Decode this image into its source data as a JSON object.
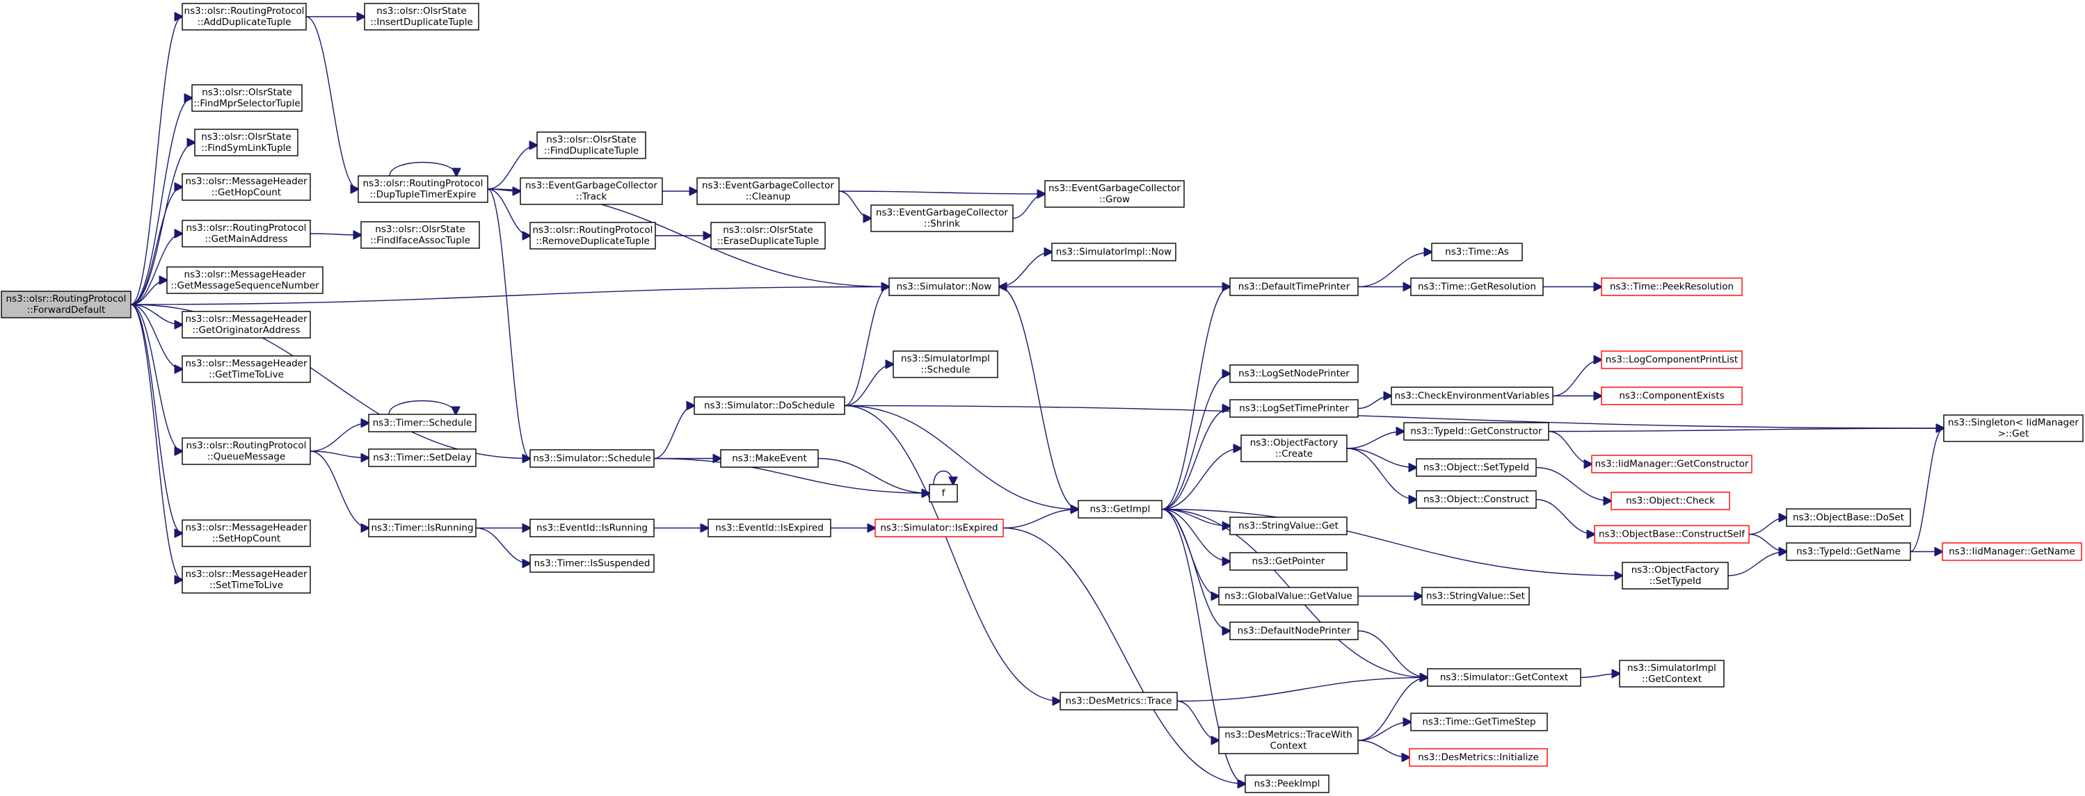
{
  "diagram": {
    "nodes": [
      {
        "id": "root",
        "lines": [
          "ns3::olsr::RoutingProtocol",
          "::ForwardDefault"
        ],
        "style": "root"
      },
      {
        "id": "adddup",
        "lines": [
          "ns3::olsr::RoutingProtocol",
          "::AddDuplicateTuple"
        ]
      },
      {
        "id": "insdup",
        "lines": [
          "ns3::olsr::OlsrState",
          "::InsertDuplicateTuple"
        ]
      },
      {
        "id": "findmpr",
        "lines": [
          "ns3::olsr::OlsrState",
          "::FindMprSelectorTuple"
        ]
      },
      {
        "id": "findsym",
        "lines": [
          "ns3::olsr::OlsrState",
          "::FindSymLinkTuple"
        ]
      },
      {
        "id": "gethop",
        "lines": [
          "ns3::olsr::MessageHeader",
          "::GetHopCount"
        ]
      },
      {
        "id": "getmain",
        "lines": [
          "ns3::olsr::RoutingProtocol",
          "::GetMainAddress"
        ]
      },
      {
        "id": "findiface",
        "lines": [
          "ns3::olsr::OlsrState",
          "::FindIfaceAssocTuple"
        ]
      },
      {
        "id": "getseq",
        "lines": [
          "ns3::olsr::MessageHeader",
          "::GetMessageSequenceNumber"
        ]
      },
      {
        "id": "getorig",
        "lines": [
          "ns3::olsr::MessageHeader",
          "::GetOriginatorAddress"
        ]
      },
      {
        "id": "getttl",
        "lines": [
          "ns3::olsr::MessageHeader",
          "::GetTimeToLive"
        ]
      },
      {
        "id": "queue",
        "lines": [
          "ns3::olsr::RoutingProtocol",
          "::QueueMessage"
        ]
      },
      {
        "id": "sethop",
        "lines": [
          "ns3::olsr::MessageHeader",
          "::SetHopCount"
        ]
      },
      {
        "id": "setttl",
        "lines": [
          "ns3::olsr::MessageHeader",
          "::SetTimeToLive"
        ]
      },
      {
        "id": "dupexp",
        "lines": [
          "ns3::olsr::RoutingProtocol",
          "::DupTupleTimerExpire"
        ]
      },
      {
        "id": "finddup",
        "lines": [
          "ns3::olsr::OlsrState",
          "::FindDuplicateTuple"
        ]
      },
      {
        "id": "egctrack",
        "lines": [
          "ns3::EventGarbageCollector",
          "::Track"
        ]
      },
      {
        "id": "removedup",
        "lines": [
          "ns3::olsr::RoutingProtocol",
          "::RemoveDuplicateTuple"
        ]
      },
      {
        "id": "egcclean",
        "lines": [
          "ns3::EventGarbageCollector",
          "::Cleanup"
        ]
      },
      {
        "id": "erasedup",
        "lines": [
          "ns3::olsr::OlsrState",
          "::EraseDuplicateTuple"
        ]
      },
      {
        "id": "egcgrow",
        "lines": [
          "ns3::EventGarbageCollector",
          "::Grow"
        ]
      },
      {
        "id": "egcshrink",
        "lines": [
          "ns3::EventGarbageCollector",
          "::Shrink"
        ]
      },
      {
        "id": "timersched",
        "lines": [
          "ns3::Timer::Schedule"
        ]
      },
      {
        "id": "timerdelay",
        "lines": [
          "ns3::Timer::SetDelay"
        ]
      },
      {
        "id": "timerrun",
        "lines": [
          "ns3::Timer::IsRunning"
        ]
      },
      {
        "id": "timersusp",
        "lines": [
          "ns3::Timer::IsSuspended"
        ]
      },
      {
        "id": "simsched",
        "lines": [
          "ns3::Simulator::Schedule"
        ]
      },
      {
        "id": "simdosched",
        "lines": [
          "ns3::Simulator::DoSchedule"
        ]
      },
      {
        "id": "makeevent",
        "lines": [
          "ns3::MakeEvent"
        ]
      },
      {
        "id": "f",
        "lines": [
          "f"
        ]
      },
      {
        "id": "simnow",
        "lines": [
          "ns3::Simulator::Now"
        ]
      },
      {
        "id": "simimplnow",
        "lines": [
          "ns3::SimulatorImpl::Now"
        ]
      },
      {
        "id": "simimplsched",
        "lines": [
          "ns3::SimulatorImpl",
          "::Schedule"
        ]
      },
      {
        "id": "evrun",
        "lines": [
          "ns3::EventId::IsRunning"
        ]
      },
      {
        "id": "evexp",
        "lines": [
          "ns3::EventId::IsExpired"
        ]
      },
      {
        "id": "simisexp",
        "lines": [
          "ns3::Simulator::IsExpired"
        ],
        "style": "red"
      },
      {
        "id": "getimpl",
        "lines": [
          "ns3::GetImpl"
        ]
      },
      {
        "id": "destrace",
        "lines": [
          "ns3::DesMetrics::Trace"
        ]
      },
      {
        "id": "destracectx",
        "lines": [
          "ns3::DesMetrics::TraceWith",
          "Context"
        ]
      },
      {
        "id": "peekimpl",
        "lines": [
          "ns3::PeekImpl"
        ]
      },
      {
        "id": "deftime",
        "lines": [
          "ns3::DefaultTimePrinter"
        ]
      },
      {
        "id": "timeas",
        "lines": [
          "ns3::Time::As"
        ]
      },
      {
        "id": "timegetres",
        "lines": [
          "ns3::Time::GetResolution"
        ]
      },
      {
        "id": "timepeek",
        "lines": [
          "ns3::Time::PeekResolution"
        ],
        "style": "red"
      },
      {
        "id": "logsetnode",
        "lines": [
          "ns3::LogSetNodePrinter"
        ]
      },
      {
        "id": "logsettime",
        "lines": [
          "ns3::LogSetTimePrinter"
        ]
      },
      {
        "id": "checkenv",
        "lines": [
          "ns3::CheckEnvironmentVariables"
        ]
      },
      {
        "id": "logcomp",
        "lines": [
          "ns3::LogComponentPrintList"
        ],
        "style": "red"
      },
      {
        "id": "compexists",
        "lines": [
          "ns3::ComponentExists"
        ],
        "style": "red"
      },
      {
        "id": "objfactcreate",
        "lines": [
          "ns3::ObjectFactory",
          "::Create"
        ]
      },
      {
        "id": "typeidgetctor",
        "lines": [
          "ns3::TypeId::GetConstructor"
        ]
      },
      {
        "id": "iidgetctor",
        "lines": [
          "ns3::IidManager::GetConstructor"
        ],
        "style": "red"
      },
      {
        "id": "objsettype",
        "lines": [
          "ns3::Object::SetTypeId"
        ]
      },
      {
        "id": "objcheck",
        "lines": [
          "ns3::Object::Check"
        ],
        "style": "red"
      },
      {
        "id": "objconstruct",
        "lines": [
          "ns3::Object::Construct"
        ]
      },
      {
        "id": "objbaseconstruct",
        "lines": [
          "ns3::ObjectBase::ConstructSelf"
        ],
        "style": "red"
      },
      {
        "id": "objbasedoset",
        "lines": [
          "ns3::ObjectBase::DoSet"
        ]
      },
      {
        "id": "typeidgetname",
        "lines": [
          "ns3::TypeId::GetName"
        ]
      },
      {
        "id": "iidgetname",
        "lines": [
          "ns3::IidManager::GetName"
        ],
        "style": "red"
      },
      {
        "id": "singleton",
        "lines": [
          "ns3::Singleton< IidManager",
          ">::Get"
        ]
      },
      {
        "id": "objfactsettype",
        "lines": [
          "ns3::ObjectFactory",
          "::SetTypeId"
        ]
      },
      {
        "id": "strvalget",
        "lines": [
          "ns3::StringValue::Get"
        ]
      },
      {
        "id": "getpointer",
        "lines": [
          "ns3::GetPointer"
        ]
      },
      {
        "id": "globalvalget",
        "lines": [
          "ns3::GlobalValue::GetValue"
        ]
      },
      {
        "id": "strvalset",
        "lines": [
          "ns3::StringValue::Set"
        ]
      },
      {
        "id": "defnode",
        "lines": [
          "ns3::DefaultNodePrinter"
        ]
      },
      {
        "id": "simgetctx",
        "lines": [
          "ns3::Simulator::GetContext"
        ]
      },
      {
        "id": "simimplgetctx",
        "lines": [
          "ns3::SimulatorImpl",
          "::GetContext"
        ]
      },
      {
        "id": "timegetstep",
        "lines": [
          "ns3::Time::GetTimeStep"
        ]
      },
      {
        "id": "desinit",
        "lines": [
          "ns3::DesMetrics::Initialize"
        ],
        "style": "red"
      }
    ]
  }
}
